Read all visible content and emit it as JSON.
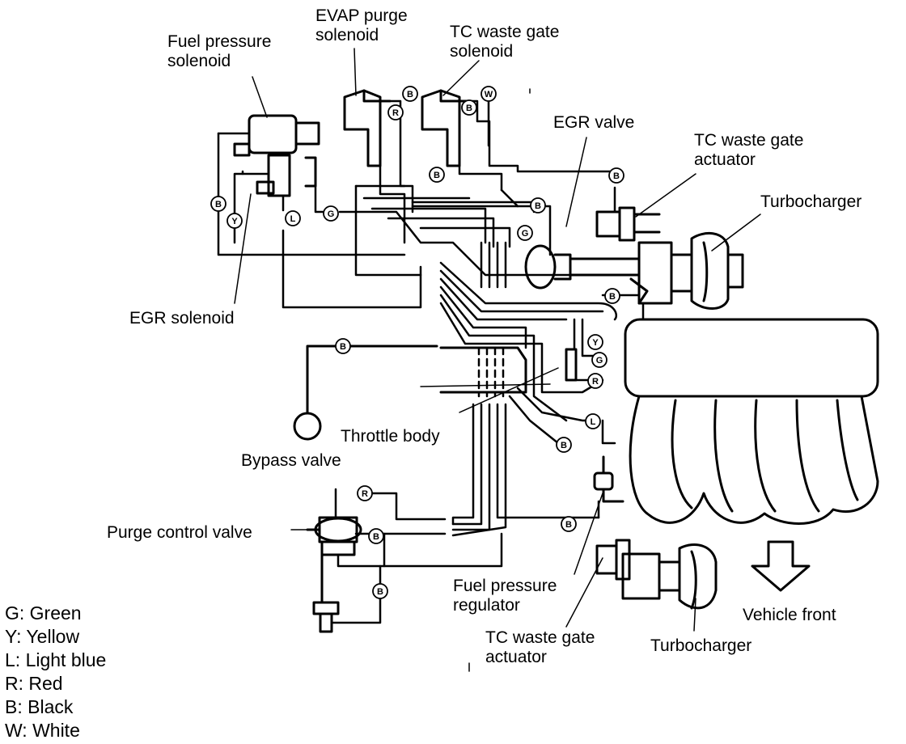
{
  "labels": {
    "fuel_pressure_solenoid": [
      "Fuel  pressure",
      "solenoid"
    ],
    "evap_purge_solenoid": [
      "EVAP purge",
      "solenoid"
    ],
    "tc_waste_gate_solenoid": [
      "TC waste gate",
      "solenoid"
    ],
    "egr_valve": "EGR valve",
    "tc_waste_gate_actuator_top": [
      "TC waste gate",
      "actuator"
    ],
    "turbocharger_top": "Turbocharger",
    "egr_solenoid": "EGR solenoid",
    "throttle_body": "Throttle body",
    "bypass_valve": "Bypass valve",
    "purge_control_valve": "Purge control valve",
    "fuel_pressure_regulator": [
      "Fuel  pressure",
      "regulator"
    ],
    "tc_waste_gate_actuator_bottom": [
      "TC waste gate",
      "actuator"
    ],
    "turbocharger_bottom": "Turbocharger",
    "vehicle_front": "Vehicle front"
  },
  "legend": [
    "G: Green",
    "Y: Yellow",
    "L: Light blue",
    "R: Red",
    "B: Black",
    "W: White"
  ],
  "hose_tags": {
    "b": "B",
    "r": "R",
    "w": "W",
    "g": "G",
    "y": "Y",
    "l": "L"
  }
}
